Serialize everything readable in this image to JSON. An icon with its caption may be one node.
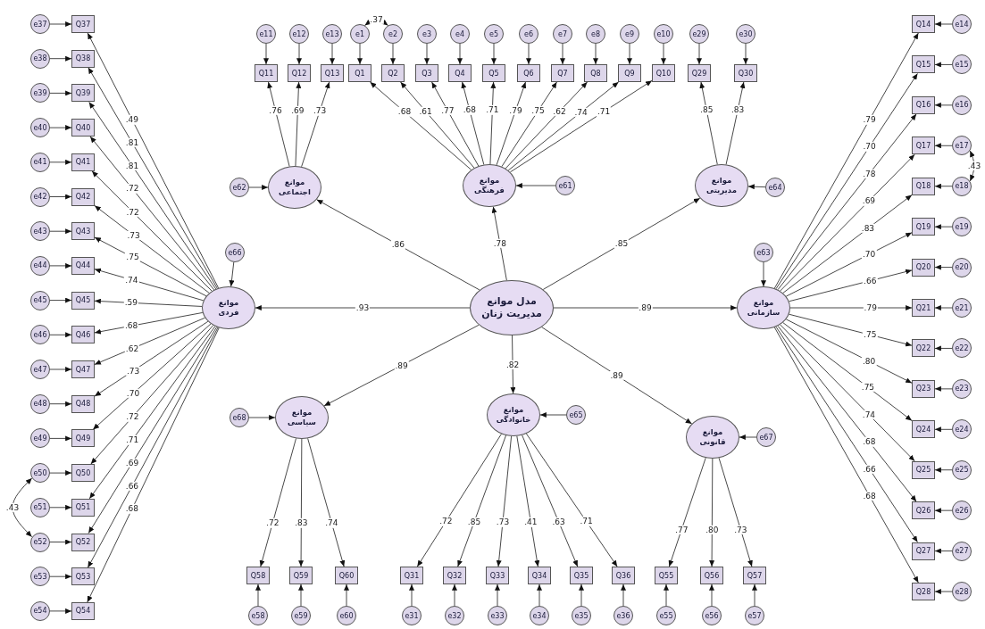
{
  "diagram": {
    "nodes": [
      {
        "text": [
          "مدل موانع مدیریت زنان"
        ]
      },
      {
        "text": [
          "موانع اجتماعی"
        ]
      },
      {
        "text": [
          "موانع فرهنگی"
        ]
      },
      {
        "text": [
          "موانع مدیریتی"
        ]
      },
      {
        "text": [
          "موانع فردی"
        ]
      },
      {
        "text": [
          "موانع سازمانی"
        ]
      },
      {
        "text": [
          "موانع سیاسی"
        ]
      },
      {
        "text": [
          "موانع خانوادگی"
        ]
      },
      {
        "text": [
          "موانع قانونی"
        ]
      },
      {
        "text": [
          "e62"
        ]
      },
      {
        "text": [
          "e61"
        ]
      },
      {
        "text": [
          "e64"
        ]
      },
      {
        "text": [
          "e66"
        ]
      },
      {
        "text": [
          "e63"
        ]
      },
      {
        "text": [
          "e68"
        ]
      },
      {
        "text": [
          "e65"
        ]
      },
      {
        "text": [
          "e67"
        ]
      },
      {
        "text": [
          "Q11"
        ]
      },
      {
        "text": [
          "e11"
        ]
      },
      {
        "text": [
          "Q12"
        ]
      },
      {
        "text": [
          "e12"
        ]
      },
      {
        "text": [
          "Q13"
        ]
      },
      {
        "text": [
          "e13"
        ]
      },
      {
        "text": [
          "Q1"
        ]
      },
      {
        "text": [
          "e1"
        ]
      },
      {
        "text": [
          "Q2"
        ]
      },
      {
        "text": [
          "e2"
        ]
      },
      {
        "text": [
          "Q3"
        ]
      },
      {
        "text": [
          "e3"
        ]
      },
      {
        "text": [
          "Q4"
        ]
      },
      {
        "text": [
          "e4"
        ]
      },
      {
        "text": [
          "Q5"
        ]
      },
      {
        "text": [
          "e5"
        ]
      },
      {
        "text": [
          "Q6"
        ]
      },
      {
        "text": [
          "e6"
        ]
      },
      {
        "text": [
          "Q7"
        ]
      },
      {
        "text": [
          "e7"
        ]
      },
      {
        "text": [
          "Q8"
        ]
      },
      {
        "text": [
          "e8"
        ]
      },
      {
        "text": [
          "Q9"
        ]
      },
      {
        "text": [
          "e9"
        ]
      },
      {
        "text": [
          "Q10"
        ]
      },
      {
        "text": [
          "e10"
        ]
      },
      {
        "text": [
          "Q29"
        ]
      },
      {
        "text": [
          "e29"
        ]
      },
      {
        "text": [
          "Q30"
        ]
      },
      {
        "text": [
          "e30"
        ]
      },
      {
        "text": [
          "Q37"
        ]
      },
      {
        "text": [
          "e37"
        ]
      },
      {
        "text": [
          "Q38"
        ]
      },
      {
        "text": [
          "e38"
        ]
      },
      {
        "text": [
          "Q39"
        ]
      },
      {
        "text": [
          "e39"
        ]
      },
      {
        "text": [
          "Q40"
        ]
      },
      {
        "text": [
          "e40"
        ]
      },
      {
        "text": [
          "Q41"
        ]
      },
      {
        "text": [
          "e41"
        ]
      },
      {
        "text": [
          "Q42"
        ]
      },
      {
        "text": [
          "e42"
        ]
      },
      {
        "text": [
          "Q43"
        ]
      },
      {
        "text": [
          "e43"
        ]
      },
      {
        "text": [
          "Q44"
        ]
      },
      {
        "text": [
          "e44"
        ]
      },
      {
        "text": [
          "Q45"
        ]
      },
      {
        "text": [
          "e45"
        ]
      },
      {
        "text": [
          "Q46"
        ]
      },
      {
        "text": [
          "e46"
        ]
      },
      {
        "text": [
          "Q47"
        ]
      },
      {
        "text": [
          "e47"
        ]
      },
      {
        "text": [
          "Q48"
        ]
      },
      {
        "text": [
          "e48"
        ]
      },
      {
        "text": [
          "Q49"
        ]
      },
      {
        "text": [
          "e49"
        ]
      },
      {
        "text": [
          "Q50"
        ]
      },
      {
        "text": [
          "e50"
        ]
      },
      {
        "text": [
          "Q51"
        ]
      },
      {
        "text": [
          "e51"
        ]
      },
      {
        "text": [
          "Q52"
        ]
      },
      {
        "text": [
          "e52"
        ]
      },
      {
        "text": [
          "Q53"
        ]
      },
      {
        "text": [
          "e53"
        ]
      },
      {
        "text": [
          "Q54"
        ]
      },
      {
        "text": [
          "e54"
        ]
      },
      {
        "text": [
          "Q14"
        ]
      },
      {
        "text": [
          "e14"
        ]
      },
      {
        "text": [
          "Q15"
        ]
      },
      {
        "text": [
          "e15"
        ]
      },
      {
        "text": [
          "Q16"
        ]
      },
      {
        "text": [
          "e16"
        ]
      },
      {
        "text": [
          "Q17"
        ]
      },
      {
        "text": [
          "e17"
        ]
      },
      {
        "text": [
          "Q18"
        ]
      },
      {
        "text": [
          "e18"
        ]
      },
      {
        "text": [
          "Q19"
        ]
      },
      {
        "text": [
          "e19"
        ]
      },
      {
        "text": [
          "Q20"
        ]
      },
      {
        "text": [
          "e20"
        ]
      },
      {
        "text": [
          "Q21"
        ]
      },
      {
        "text": [
          "e21"
        ]
      },
      {
        "text": [
          "Q22"
        ]
      },
      {
        "text": [
          "e22"
        ]
      },
      {
        "text": [
          "Q23"
        ]
      },
      {
        "text": [
          "e23"
        ]
      },
      {
        "text": [
          "Q24"
        ]
      },
      {
        "text": [
          "e24"
        ]
      },
      {
        "text": [
          "Q25"
        ]
      },
      {
        "text": [
          "e25"
        ]
      },
      {
        "text": [
          "Q26"
        ]
      },
      {
        "text": [
          "e26"
        ]
      },
      {
        "text": [
          "Q27"
        ]
      },
      {
        "text": [
          "e27"
        ]
      },
      {
        "text": [
          "Q28"
        ]
      },
      {
        "text": [
          "e28"
        ]
      },
      {
        "text": [
          "Q58"
        ]
      },
      {
        "text": [
          "e58"
        ]
      },
      {
        "text": [
          "Q59"
        ]
      },
      {
        "text": [
          "e59"
        ]
      },
      {
        "text": [
          "Q60"
        ]
      },
      {
        "text": [
          "e60"
        ]
      },
      {
        "text": [
          "Q31"
        ]
      },
      {
        "text": [
          "e31"
        ]
      },
      {
        "text": [
          "Q32"
        ]
      },
      {
        "text": [
          "e32"
        ]
      },
      {
        "text": [
          "Q33"
        ]
      },
      {
        "text": [
          "e33"
        ]
      },
      {
        "text": [
          "Q34"
        ]
      },
      {
        "text": [
          "e34"
        ]
      },
      {
        "text": [
          "Q35"
        ]
      },
      {
        "text": [
          "e35"
        ]
      },
      {
        "text": [
          "Q36"
        ]
      },
      {
        "text": [
          "e36"
        ]
      },
      {
        "text": [
          "Q55"
        ]
      },
      {
        "text": [
          "e55"
        ]
      },
      {
        "text": [
          "Q56"
        ]
      },
      {
        "text": [
          "e56"
        ]
      },
      {
        "text": [
          "Q57"
        ]
      },
      {
        "text": [
          "e57"
        ]
      }
    ],
    "edges": [
      {
        "from": 0,
        "to": 1,
        "arrow": "to",
        "label": ".86"
      },
      {
        "from": 0,
        "to": 2,
        "arrow": "to",
        "label": ".78"
      },
      {
        "from": 0,
        "to": 3,
        "arrow": "to",
        "label": ".85"
      },
      {
        "from": 0,
        "to": 4,
        "arrow": "to",
        "label": ".93"
      },
      {
        "from": 0,
        "to": 5,
        "arrow": "to",
        "label": ".89"
      },
      {
        "from": 0,
        "to": 6,
        "arrow": "to",
        "label": ".89"
      },
      {
        "from": 0,
        "to": 7,
        "arrow": "to",
        "label": ".82"
      },
      {
        "from": 0,
        "to": 8,
        "arrow": "to",
        "label": ".89"
      },
      {
        "from": 9,
        "to": 1,
        "arrow": "to"
      },
      {
        "from": 10,
        "to": 2,
        "arrow": "to"
      },
      {
        "from": 11,
        "to": 3,
        "arrow": "to"
      },
      {
        "from": 12,
        "to": 4,
        "arrow": "to"
      },
      {
        "from": 13,
        "to": 5,
        "arrow": "to"
      },
      {
        "from": 14,
        "to": 6,
        "arrow": "to"
      },
      {
        "from": 15,
        "to": 7,
        "arrow": "to"
      },
      {
        "from": 16,
        "to": 8,
        "arrow": "to"
      },
      {
        "from": 1,
        "to": 17,
        "arrow": "to",
        "label": ".76"
      },
      {
        "from": 18,
        "to": 17,
        "arrow": "to"
      },
      {
        "from": 1,
        "to": 19,
        "arrow": "to",
        "label": ".69"
      },
      {
        "from": 20,
        "to": 19,
        "arrow": "to"
      },
      {
        "from": 1,
        "to": 21,
        "arrow": "to",
        "label": ".73"
      },
      {
        "from": 22,
        "to": 21,
        "arrow": "to"
      },
      {
        "from": 2,
        "to": 23,
        "arrow": "to",
        "label": ".68"
      },
      {
        "from": 24,
        "to": 23,
        "arrow": "to"
      },
      {
        "from": 2,
        "to": 25,
        "arrow": "to",
        "label": ".61"
      },
      {
        "from": 26,
        "to": 25,
        "arrow": "to"
      },
      {
        "from": 2,
        "to": 27,
        "arrow": "to",
        "label": ".77"
      },
      {
        "from": 28,
        "to": 27,
        "arrow": "to"
      },
      {
        "from": 2,
        "to": 29,
        "arrow": "to",
        "label": ".68"
      },
      {
        "from": 30,
        "to": 29,
        "arrow": "to"
      },
      {
        "from": 2,
        "to": 31,
        "arrow": "to",
        "label": ".71"
      },
      {
        "from": 32,
        "to": 31,
        "arrow": "to"
      },
      {
        "from": 2,
        "to": 33,
        "arrow": "to",
        "label": ".79"
      },
      {
        "from": 34,
        "to": 33,
        "arrow": "to"
      },
      {
        "from": 2,
        "to": 35,
        "arrow": "to",
        "label": ".75"
      },
      {
        "from": 36,
        "to": 35,
        "arrow": "to"
      },
      {
        "from": 2,
        "to": 37,
        "arrow": "to",
        "label": ".62"
      },
      {
        "from": 38,
        "to": 37,
        "arrow": "to"
      },
      {
        "from": 2,
        "to": 39,
        "arrow": "to",
        "label": ".74"
      },
      {
        "from": 40,
        "to": 39,
        "arrow": "to"
      },
      {
        "from": 2,
        "to": 41,
        "arrow": "to",
        "label": ".71"
      },
      {
        "from": 42,
        "to": 41,
        "arrow": "to"
      },
      {
        "from": 3,
        "to": 43,
        "arrow": "to",
        "label": ".85"
      },
      {
        "from": 44,
        "to": 43,
        "arrow": "to"
      },
      {
        "from": 3,
        "to": 45,
        "arrow": "to",
        "label": ".83"
      },
      {
        "from": 46,
        "to": 45,
        "arrow": "to"
      },
      {
        "from": 4,
        "to": 47,
        "arrow": "to",
        "label": ".49"
      },
      {
        "from": 48,
        "to": 47,
        "arrow": "to"
      },
      {
        "from": 4,
        "to": 49,
        "arrow": "to",
        "label": ".81"
      },
      {
        "from": 50,
        "to": 49,
        "arrow": "to"
      },
      {
        "from": 4,
        "to": 51,
        "arrow": "to",
        "label": ".81"
      },
      {
        "from": 52,
        "to": 51,
        "arrow": "to"
      },
      {
        "from": 4,
        "to": 53,
        "arrow": "to",
        "label": ".72"
      },
      {
        "from": 54,
        "to": 53,
        "arrow": "to"
      },
      {
        "from": 4,
        "to": 55,
        "arrow": "to",
        "label": ".72"
      },
      {
        "from": 56,
        "to": 55,
        "arrow": "to"
      },
      {
        "from": 4,
        "to": 57,
        "arrow": "to",
        "label": ".73"
      },
      {
        "from": 58,
        "to": 57,
        "arrow": "to"
      },
      {
        "from": 4,
        "to": 59,
        "arrow": "to",
        "label": ".75"
      },
      {
        "from": 60,
        "to": 59,
        "arrow": "to"
      },
      {
        "from": 4,
        "to": 61,
        "arrow": "to",
        "label": ".74"
      },
      {
        "from": 62,
        "to": 61,
        "arrow": "to"
      },
      {
        "from": 4,
        "to": 63,
        "arrow": "to",
        "label": ".59"
      },
      {
        "from": 64,
        "to": 63,
        "arrow": "to"
      },
      {
        "from": 4,
        "to": 65,
        "arrow": "to",
        "label": ".68"
      },
      {
        "from": 66,
        "to": 65,
        "arrow": "to"
      },
      {
        "from": 4,
        "to": 67,
        "arrow": "to",
        "label": ".62"
      },
      {
        "from": 68,
        "to": 67,
        "arrow": "to"
      },
      {
        "from": 4,
        "to": 69,
        "arrow": "to",
        "label": ".73"
      },
      {
        "from": 70,
        "to": 69,
        "arrow": "to"
      },
      {
        "from": 4,
        "to": 71,
        "arrow": "to",
        "label": ".70"
      },
      {
        "from": 72,
        "to": 71,
        "arrow": "to"
      },
      {
        "from": 4,
        "to": 73,
        "arrow": "to",
        "label": ".72"
      },
      {
        "from": 74,
        "to": 73,
        "arrow": "to"
      },
      {
        "from": 4,
        "to": 75,
        "arrow": "to",
        "label": ".71"
      },
      {
        "from": 76,
        "to": 75,
        "arrow": "to"
      },
      {
        "from": 4,
        "to": 77,
        "arrow": "to",
        "label": ".69"
      },
      {
        "from": 78,
        "to": 77,
        "arrow": "to"
      },
      {
        "from": 4,
        "to": 79,
        "arrow": "to",
        "label": ".66"
      },
      {
        "from": 80,
        "to": 79,
        "arrow": "to"
      },
      {
        "from": 4,
        "to": 81,
        "arrow": "to",
        "label": ".68"
      },
      {
        "from": 82,
        "to": 81,
        "arrow": "to"
      },
      {
        "from": 5,
        "to": 83,
        "arrow": "to",
        "label": ".79"
      },
      {
        "from": 84,
        "to": 83,
        "arrow": "to"
      },
      {
        "from": 5,
        "to": 85,
        "arrow": "to",
        "label": ".70"
      },
      {
        "from": 86,
        "to": 85,
        "arrow": "to"
      },
      {
        "from": 5,
        "to": 87,
        "arrow": "to",
        "label": ".78"
      },
      {
        "from": 88,
        "to": 87,
        "arrow": "to"
      },
      {
        "from": 5,
        "to": 89,
        "arrow": "to",
        "label": ".69"
      },
      {
        "from": 90,
        "to": 89,
        "arrow": "to"
      },
      {
        "from": 5,
        "to": 91,
        "arrow": "to",
        "label": ".83"
      },
      {
        "from": 92,
        "to": 91,
        "arrow": "to"
      },
      {
        "from": 5,
        "to": 93,
        "arrow": "to",
        "label": ".70"
      },
      {
        "from": 94,
        "to": 93,
        "arrow": "to"
      },
      {
        "from": 5,
        "to": 95,
        "arrow": "to",
        "label": ".66"
      },
      {
        "from": 96,
        "to": 95,
        "arrow": "to"
      },
      {
        "from": 5,
        "to": 97,
        "arrow": "to",
        "label": ".79"
      },
      {
        "from": 98,
        "to": 97,
        "arrow": "to"
      },
      {
        "from": 5,
        "to": 99,
        "arrow": "to",
        "label": ".75"
      },
      {
        "from": 100,
        "to": 99,
        "arrow": "to"
      },
      {
        "from": 5,
        "to": 101,
        "arrow": "to",
        "label": ".80"
      },
      {
        "from": 102,
        "to": 101,
        "arrow": "to"
      },
      {
        "from": 5,
        "to": 103,
        "arrow": "to",
        "label": ".75"
      },
      {
        "from": 104,
        "to": 103,
        "arrow": "to"
      },
      {
        "from": 5,
        "to": 105,
        "arrow": "to",
        "label": ".74"
      },
      {
        "from": 106,
        "to": 105,
        "arrow": "to"
      },
      {
        "from": 5,
        "to": 107,
        "arrow": "to",
        "label": ".68"
      },
      {
        "from": 108,
        "to": 107,
        "arrow": "to"
      },
      {
        "from": 5,
        "to": 109,
        "arrow": "to",
        "label": ".66"
      },
      {
        "from": 110,
        "to": 109,
        "arrow": "to"
      },
      {
        "from": 5,
        "to": 111,
        "arrow": "to",
        "label": ".68"
      },
      {
        "from": 112,
        "to": 111,
        "arrow": "to"
      },
      {
        "from": 6,
        "to": 113,
        "arrow": "to",
        "label": ".72"
      },
      {
        "from": 114,
        "to": 113,
        "arrow": "to"
      },
      {
        "from": 6,
        "to": 115,
        "arrow": "to",
        "label": ".83"
      },
      {
        "from": 116,
        "to": 115,
        "arrow": "to"
      },
      {
        "from": 6,
        "to": 117,
        "arrow": "to",
        "label": ".74"
      },
      {
        "from": 118,
        "to": 117,
        "arrow": "to"
      },
      {
        "from": 7,
        "to": 119,
        "arrow": "to",
        "label": ".72"
      },
      {
        "from": 120,
        "to": 119,
        "arrow": "to"
      },
      {
        "from": 7,
        "to": 121,
        "arrow": "to",
        "label": ".85"
      },
      {
        "from": 122,
        "to": 121,
        "arrow": "to"
      },
      {
        "from": 7,
        "to": 123,
        "arrow": "to",
        "label": ".73"
      },
      {
        "from": 124,
        "to": 123,
        "arrow": "to"
      },
      {
        "from": 7,
        "to": 125,
        "arrow": "to",
        "label": ".41"
      },
      {
        "from": 126,
        "to": 125,
        "arrow": "to"
      },
      {
        "from": 7,
        "to": 127,
        "arrow": "to",
        "label": ".63"
      },
      {
        "from": 128,
        "to": 127,
        "arrow": "to"
      },
      {
        "from": 7,
        "to": 129,
        "arrow": "to",
        "label": ".71"
      },
      {
        "from": 130,
        "to": 129,
        "arrow": "to"
      },
      {
        "from": 8,
        "to": 131,
        "arrow": "to",
        "label": ".77"
      },
      {
        "from": 132,
        "to": 131,
        "arrow": "to"
      },
      {
        "from": 8,
        "to": 133,
        "arrow": "to",
        "label": ".80"
      },
      {
        "from": 134,
        "to": 133,
        "arrow": "to"
      },
      {
        "from": 8,
        "to": 135,
        "arrow": "to",
        "label": ".73"
      },
      {
        "from": 136,
        "to": 135,
        "arrow": "to"
      },
      {
        "from": 24,
        "to": 26,
        "arrow": "both",
        "label": ".37"
      },
      {
        "from": 74,
        "to": 78,
        "arrow": "both",
        "label": ".43"
      },
      {
        "from": 90,
        "to": 92,
        "arrow": "both",
        "label": ".43"
      }
    ]
  }
}
